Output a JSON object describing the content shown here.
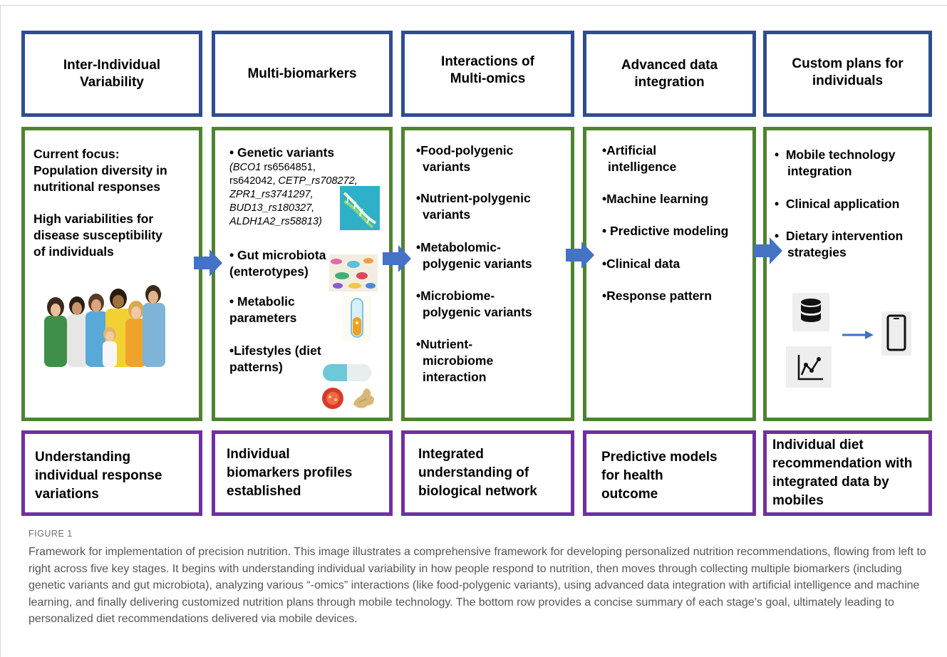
{
  "columns": [
    {
      "header": [
        "Inter-Individual",
        "Variability"
      ],
      "items": [
        "Current focus:",
        "Population diversity in",
        "nutritional responses",
        "High variabilities for",
        "disease susceptibility",
        "of individuals"
      ],
      "summary": [
        "Understanding",
        "individual response",
        "variations"
      ]
    },
    {
      "header": [
        "Multi-biomarkers"
      ],
      "items": [
        "• Genetic variants",
        "• Gut microbiota",
        "(enterotypes)",
        "• Metabolic",
        "parameters",
        "•Lifestyles (diet",
        "patterns)"
      ],
      "genes": [
        {
          "gene": "(BCO1",
          "snp": " rs6564851,"
        },
        {
          "gene": "",
          "snp": "rs642042, "
        },
        {
          "gene": "CETP_rs708272,",
          "snp": ""
        },
        {
          "gene": "ZPR1_rs3741297,",
          "snp": ""
        },
        {
          "gene": "BUD13_rs180327,",
          "snp": ""
        },
        {
          "gene": "ALDH1A2_rs58813)",
          "snp": ""
        }
      ],
      "summary": [
        "Individual",
        "biomarkers profiles",
        "established"
      ]
    },
    {
      "header": [
        "Interactions of",
        "Multi-omics"
      ],
      "items": [
        "•Food-polygenic",
        "variants",
        "•Nutrient-polygenic",
        "variants",
        "•Metabolomic-",
        "polygenic variants",
        "•Microbiome-",
        "polygenic variants",
        "•Nutrient-",
        "microbiome",
        "interaction"
      ],
      "summary": [
        "Integrated",
        "understanding of",
        "biological network"
      ]
    },
    {
      "header": [
        "Advanced data",
        "integration"
      ],
      "items": [
        "•Artificial",
        "intelligence",
        "•Machine learning",
        "• Predictive modeling",
        "•Clinical data",
        "•Response pattern"
      ],
      "summary": [
        "Predictive models",
        "for health",
        "outcome"
      ]
    },
    {
      "header": [
        "Custom plans for",
        "individuals"
      ],
      "items": [
        "•  Mobile technology",
        "integration",
        "•  Clinical application",
        "•  Dietary intervention",
        "strategies"
      ],
      "summary": [
        "Individual diet",
        "recommendation with",
        "integrated data by",
        "mobiles"
      ]
    }
  ],
  "icons": [
    "people-photo",
    "dna-image",
    "microbiota-image",
    "test-tube-image",
    "capsule-image",
    "tomato-image",
    "ginger-image",
    "database-icon",
    "line-chart-icon",
    "arrow-right-icon",
    "mobile-phone-icon"
  ],
  "colors": {
    "header_border": "#2f4d8f",
    "middle_border": "#4f8232",
    "bottom_border": "#7030a0",
    "arrow": "#4472c4"
  },
  "figure_label": "FIGURE 1",
  "caption": "Framework for implementation of precision nutrition. This image illustrates a comprehensive framework for developing personalized nutrition recommendations, flowing from left to right across five key stages. It begins with understanding individual variability in how people respond to nutrition, then moves through collecting multiple biomarkers (including genetic variants and gut microbiota), analyzing various “-omics” interactions (like food-polygenic variants), using advanced data integration with artificial intelligence and machine learning, and finally delivering customized nutrition plans through mobile technology. The bottom row provides a concise summary of each stage’s goal, ultimately leading to personalized diet recommendations delivered via mobile devices."
}
